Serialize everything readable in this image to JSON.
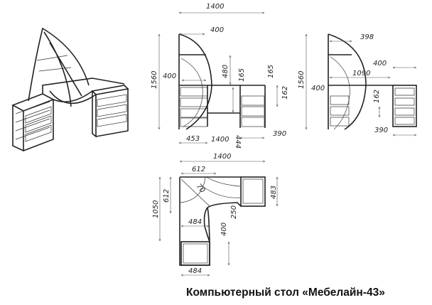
{
  "title": "Компьютерный стол «Мебелайн-43»",
  "front_view": {
    "width_top": "1400",
    "shelf_width": "400",
    "left_depth": "400",
    "height": "1560",
    "upper_gap": "480",
    "drawer_gap_1": "165",
    "drawer_gap_2": "165",
    "drawer_height": "162",
    "knee_height": "444",
    "left_pedestal_width": "453",
    "width_bottom": "1400",
    "right_pedestal_width": "390"
  },
  "side_view": {
    "shelf_width": "398",
    "pedestal_depth": "400",
    "desk_length": "1090",
    "left_depth": "400",
    "height": "1560",
    "drawer_height": "162",
    "pedestal_width": "390"
  },
  "plan_view": {
    "width": "1400",
    "corner_width": "612",
    "corner_depth": "612",
    "depth": "1050",
    "diagonal": "70",
    "right_pedestal_depth": "483",
    "cutout_depth": "250",
    "wing_width": "484",
    "cutout_length": "400",
    "bottom_pedestal_width": "484"
  }
}
